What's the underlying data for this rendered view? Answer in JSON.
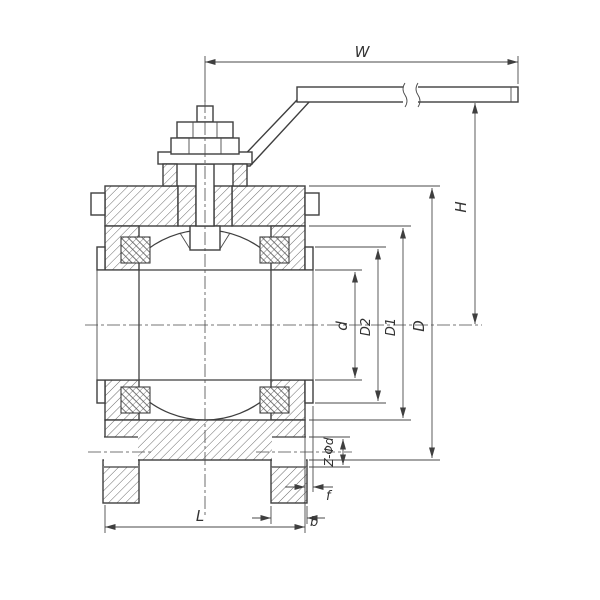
{
  "drawing": {
    "colors": {
      "background": "#ffffff",
      "line": "#3f3f3f",
      "dimension_line": "#4a4a4a",
      "text": "#333333"
    },
    "labels": {
      "W": "W",
      "H": "H",
      "D": "D",
      "D1": "D1",
      "D2": "D2",
      "d": "d",
      "Z_phi_d": "Z-Φd",
      "f": "f",
      "b": "b",
      "L": "L"
    }
  }
}
